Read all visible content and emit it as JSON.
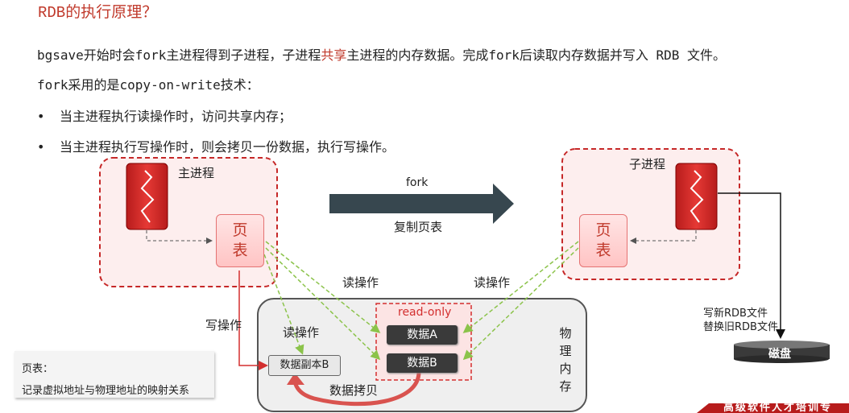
{
  "title": "RDB的执行原理？",
  "para1": {
    "part1": "bgsave开始时会fork主进程得到子进程，子进程",
    "highlight": "共享",
    "part2": "主进程的内存数据。完成fork后读取内存数据并写入 RDB 文件。"
  },
  "para2": "fork采用的是copy-on-write技术：",
  "bullets": [
    "当主进程执行读操作时，访问共享内存；",
    "当主进程执行写操作时，则会拷贝一份数据，执行写操作。"
  ],
  "diagram": {
    "main_process": "主进程",
    "child_process": "子进程",
    "page_table": "页\n表",
    "page_table_top": "页",
    "page_table_bottom": "表",
    "fork_label": "fork",
    "copy_page_table": "复制页表",
    "read_op_left": "读操作",
    "read_op_right": "读操作",
    "write_op": "写操作",
    "read_op_inner": "读操作",
    "read_only": "read-only",
    "data_a": "数据A",
    "data_b": "数据B",
    "data_copy_b": "数据副本B",
    "data_copy": "数据拷贝",
    "physical_memory": [
      "物",
      "理",
      "内",
      "存"
    ],
    "write_new_rdb": "写新RDB文件",
    "replace_old_rdb": "替换旧RDB文件",
    "disk": "磁盘",
    "banner": "高级软件人才培训专"
  },
  "legend": {
    "title": "页表：",
    "desc": "记录虚拟地址与物理地址的映射关系"
  },
  "colors": {
    "accent": "#c0392b",
    "arrow": "#37474f",
    "green": "#8bc34a"
  }
}
